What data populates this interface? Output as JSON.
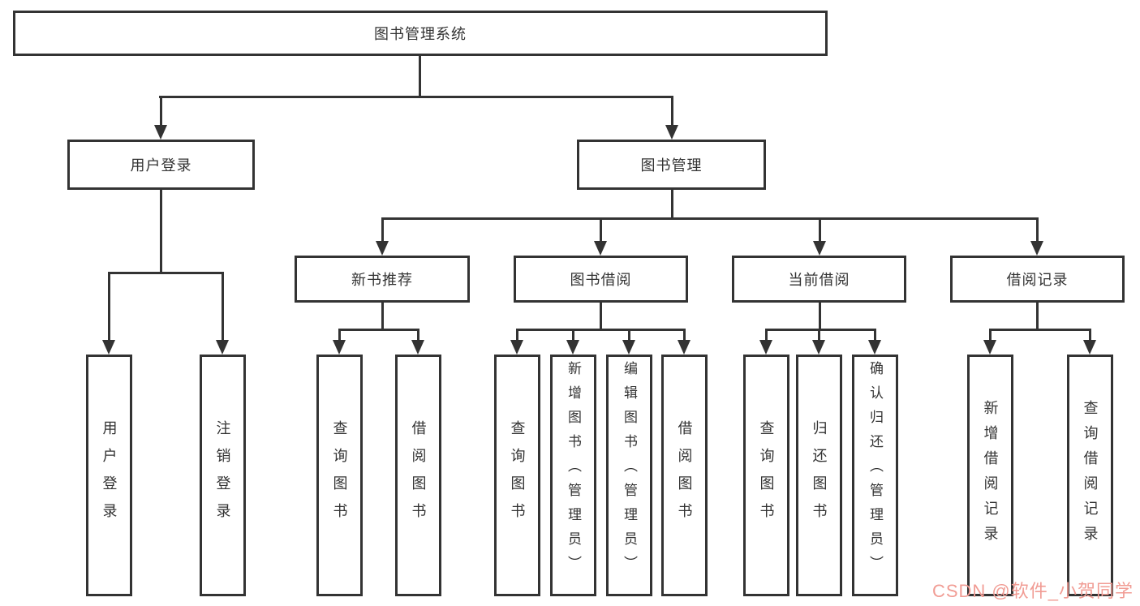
{
  "tree": {
    "root": {
      "label": "图书管理系统"
    },
    "children": [
      {
        "label": "用户登录",
        "children": [
          {
            "label": "用户登录"
          },
          {
            "label": "注销登录"
          }
        ]
      },
      {
        "label": "图书管理",
        "children": [
          {
            "label": "新书推荐",
            "children": [
              {
                "label": "查询图书"
              },
              {
                "label": "借阅图书"
              }
            ]
          },
          {
            "label": "图书借阅",
            "children": [
              {
                "label": "查询图书"
              },
              {
                "label": "新增图书（管理员）"
              },
              {
                "label": "编辑图书（管理员）"
              },
              {
                "label": "借阅图书"
              }
            ]
          },
          {
            "label": "当前借阅",
            "children": [
              {
                "label": "查询图书"
              },
              {
                "label": "归还图书"
              },
              {
                "label": "确认归还（管理员）"
              }
            ]
          },
          {
            "label": "借阅记录",
            "children": [
              {
                "label": "新增借阅记录"
              },
              {
                "label": "查询借阅记录"
              }
            ]
          }
        ]
      }
    ]
  },
  "watermark": {
    "text": "CSDN @软件_小贺同学",
    "color": "#f19c94"
  },
  "colors": {
    "line": "#333333",
    "box_background": "#ffffff",
    "text": "#333333"
  }
}
